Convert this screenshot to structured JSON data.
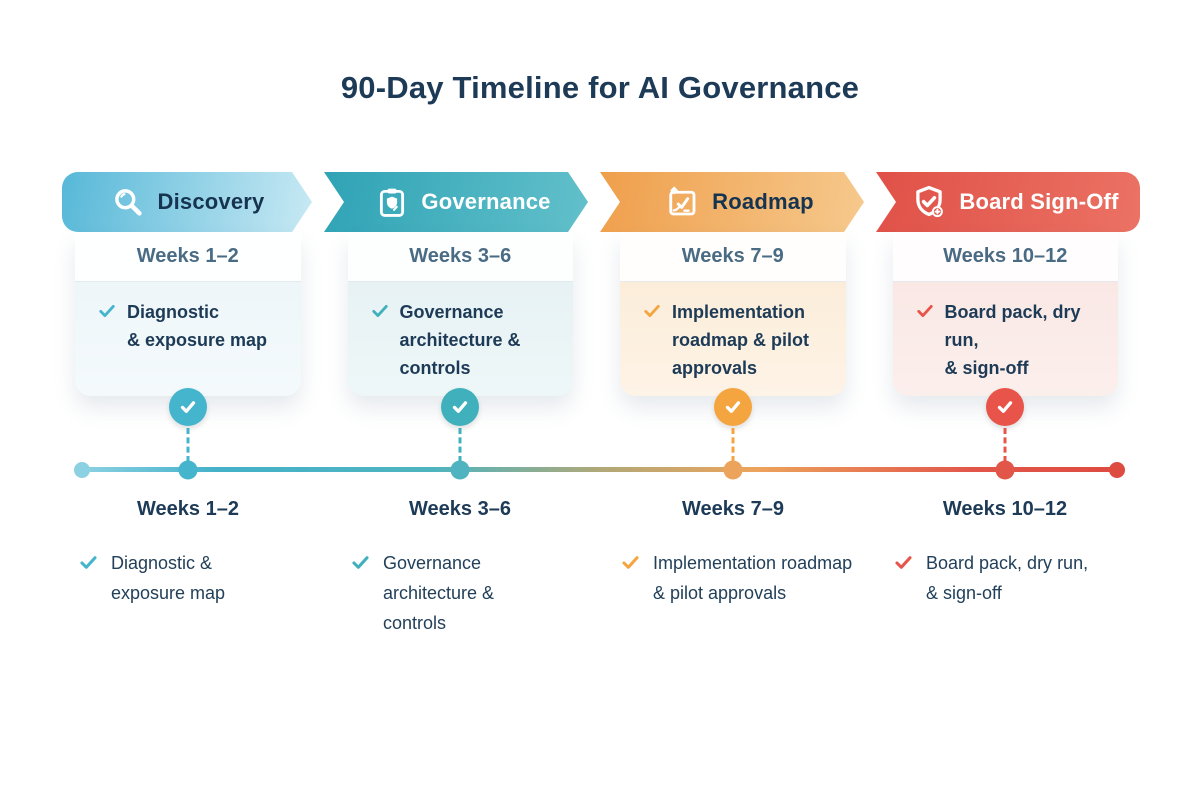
{
  "title": "90-Day Timeline for AI Governance",
  "phases": [
    {
      "name": "Discovery",
      "icon": "magnifier-icon",
      "weeks": "Weeks 1–2",
      "card_task": "Diagnostic\n& exposure map",
      "summary_weeks": "Weeks 1–2",
      "summary_task": "Diagnostic &\nexposure map",
      "accent": "#45B4CD",
      "header_gradient": [
        "#57B8D8",
        "#C8E9F4"
      ],
      "tint": "#EEF6F9"
    },
    {
      "name": "Governance",
      "icon": "clipboard-shield-icon",
      "weeks": "Weeks 3–6",
      "card_task": "Governance\narchitecture &\ncontrols",
      "summary_weeks": "Weeks 3–6",
      "summary_task": "Governance\narchitecture &\ncontrols",
      "accent": "#3FB0BC",
      "header_gradient": [
        "#2FA3B5",
        "#62C0CA"
      ],
      "tint": "#E7F2F4"
    },
    {
      "name": "Roadmap",
      "icon": "map-check-icon",
      "weeks": "Weeks 7–9",
      "card_task": "Implementation\nroadmap & pilot\napprovals",
      "summary_weeks": "Weeks 7–9",
      "summary_task": "Implementation roadmap\n& pilot approvals",
      "accent": "#F4A53F",
      "header_gradient": [
        "#EF9F4C",
        "#F6C98D"
      ],
      "tint": "#FCEDDA"
    },
    {
      "name": "Board Sign-Off",
      "icon": "shield-check-icon",
      "weeks": "Weeks 10–12",
      "card_task": "Board pack, dry run,\n& sign-off",
      "summary_weeks": "Weeks 10–12",
      "summary_task": "Board pack, dry run,\n& sign-off",
      "accent": "#E8544A",
      "header_gradient": [
        "#E05148",
        "#EB7264"
      ],
      "tint": "#FAE8E5"
    }
  ],
  "timeline": {
    "start_color": "#8BD1E2",
    "end_color": "#DE4B40"
  }
}
